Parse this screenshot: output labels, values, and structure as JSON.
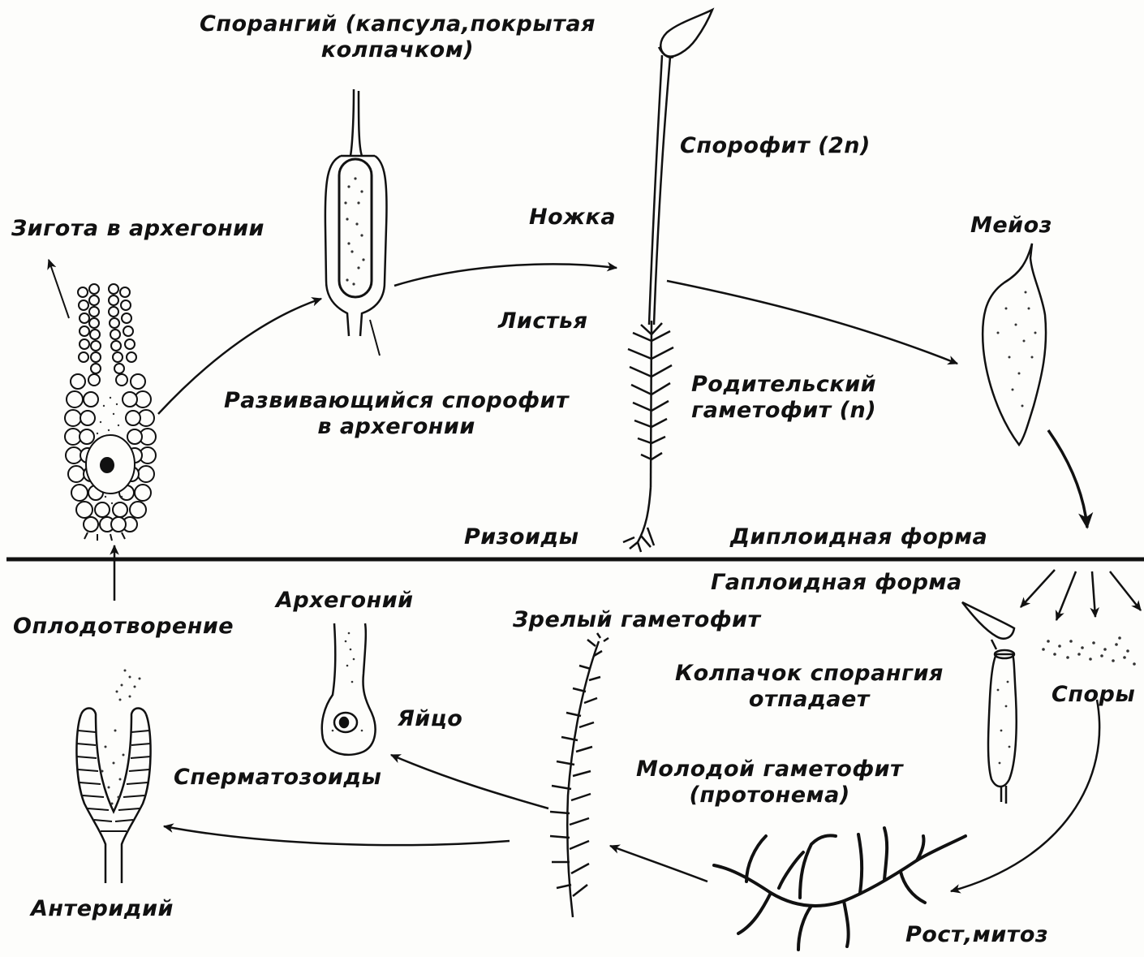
{
  "colors": {
    "ink": "#111111",
    "paper": "#fdfdfb",
    "stipple": "#333333"
  },
  "labels": {
    "sporangium_line1": "Спорангий (капсула,покрытая",
    "sporangium_line2": "колпачком)",
    "sporophyte": "Спорофит (2n)",
    "zygote": "Зигота в архегонии",
    "stalk": "Ножка",
    "meiosis": "Мейоз",
    "leaves": "Листья",
    "developing_line1": "Развивающийся спорофит",
    "developing_line2": "в архегонии",
    "parent_line1": "Родительский",
    "parent_line2": "гаметофит (n)",
    "rhizoids": "Ризоиды",
    "diploid": "Диплоидная форма",
    "haploid": "Гаплоидная форма",
    "archegonium": "Архегоний",
    "fertilization": "Оплодотворение",
    "mature_gametophyte": "Зрелый гаметофит",
    "cap_line1": "Колпачок спорангия",
    "cap_line2": "отпадает",
    "egg": "Яйцо",
    "spores": "Споры",
    "sperm": "Сперматозоиды",
    "young_line1": "Молодой гаметофит",
    "young_line2": "(протонема)",
    "antheridium": "Антеридий",
    "growth": "Рост,митоз"
  }
}
